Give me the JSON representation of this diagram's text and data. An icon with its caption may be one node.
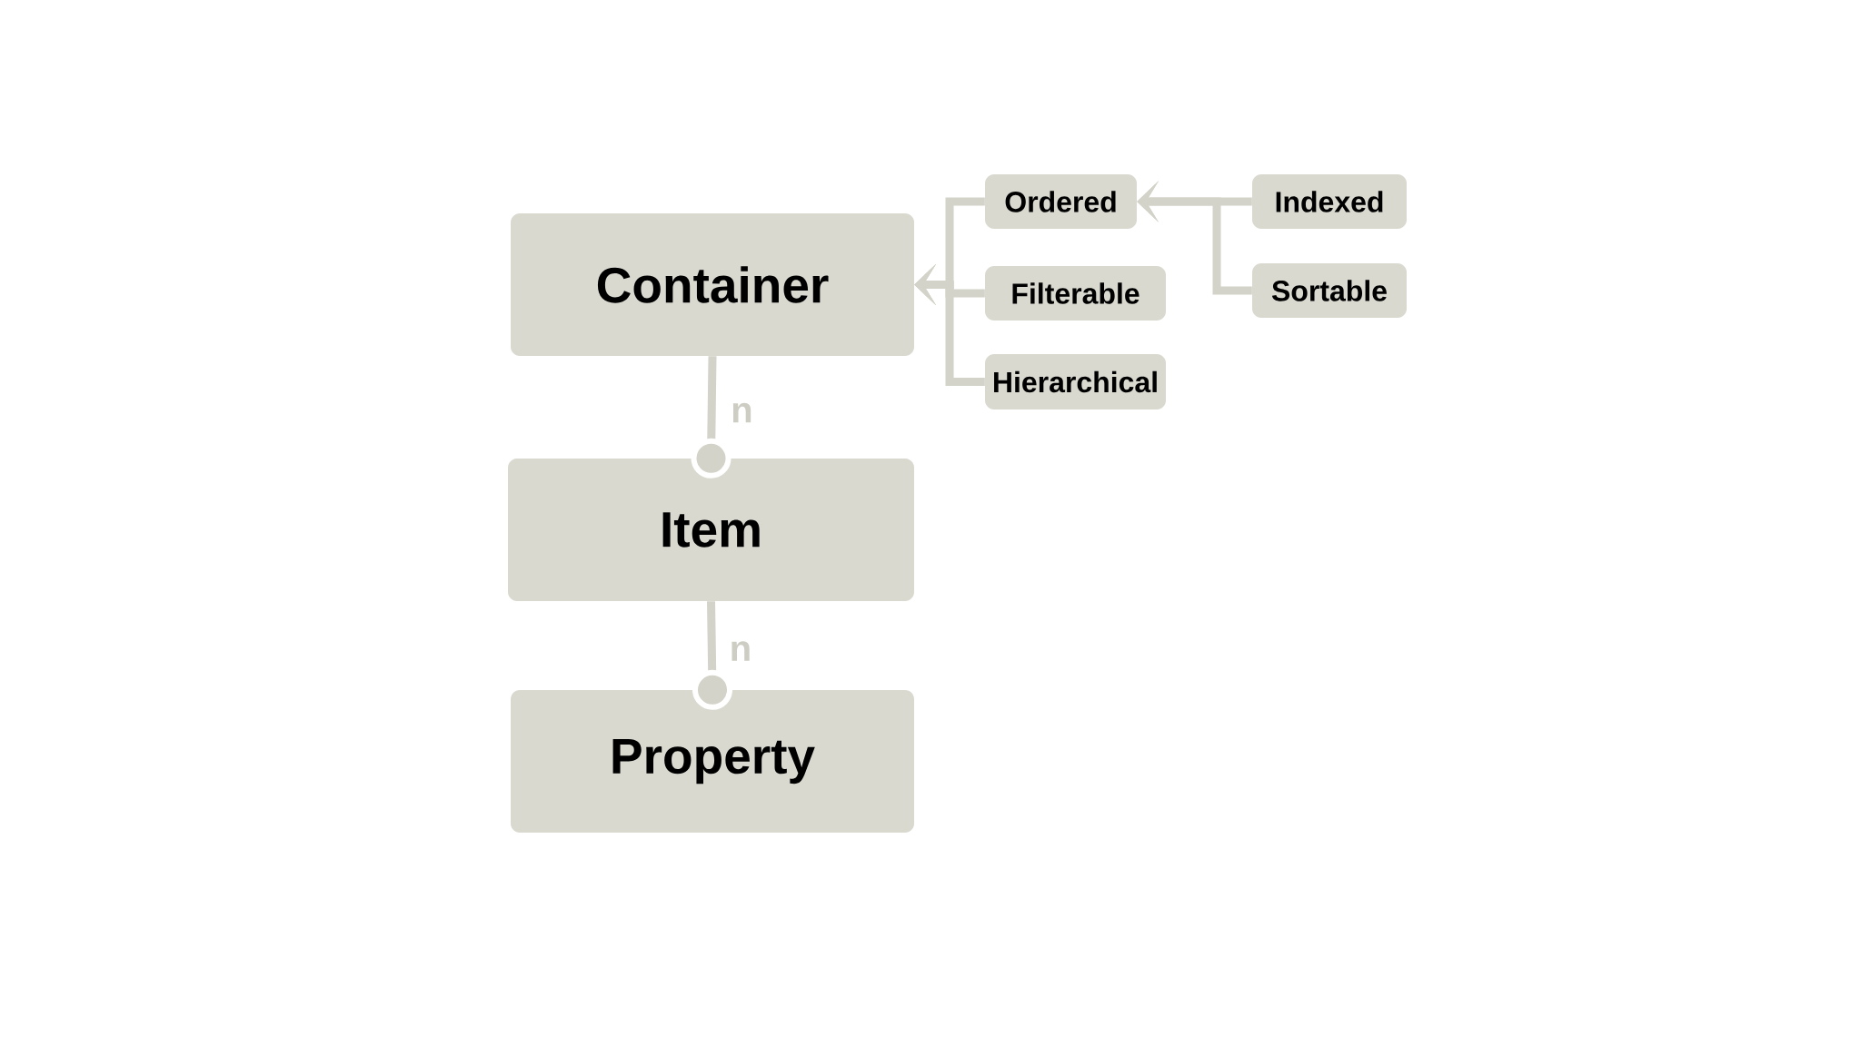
{
  "diagram": {
    "nodes": [
      {
        "text": [
          "Container"
        ]
      },
      {
        "text": [
          "Item"
        ]
      },
      {
        "text": [
          "Property"
        ]
      },
      {
        "text": [
          "Ordered"
        ]
      },
      {
        "text": [
          "Filterable"
        ]
      },
      {
        "text": [
          "Hierarchical"
        ]
      },
      {
        "text": [
          "Indexed"
        ]
      },
      {
        "text": [
          "Sortable"
        ]
      }
    ],
    "edges": [
      {
        "from": 0,
        "to": 1,
        "arrow": "other",
        "label": "n"
      },
      {
        "from": 1,
        "to": 2,
        "arrow": "other",
        "label": "n"
      },
      {
        "from": 3,
        "to": 0,
        "arrow": "to"
      },
      {
        "from": 4,
        "to": 0,
        "arrow": "to"
      },
      {
        "from": 5,
        "to": 0,
        "arrow": "to"
      },
      {
        "from": 6,
        "to": 3,
        "arrow": "to"
      },
      {
        "from": 7,
        "to": 3,
        "arrow": "to"
      }
    ]
  }
}
